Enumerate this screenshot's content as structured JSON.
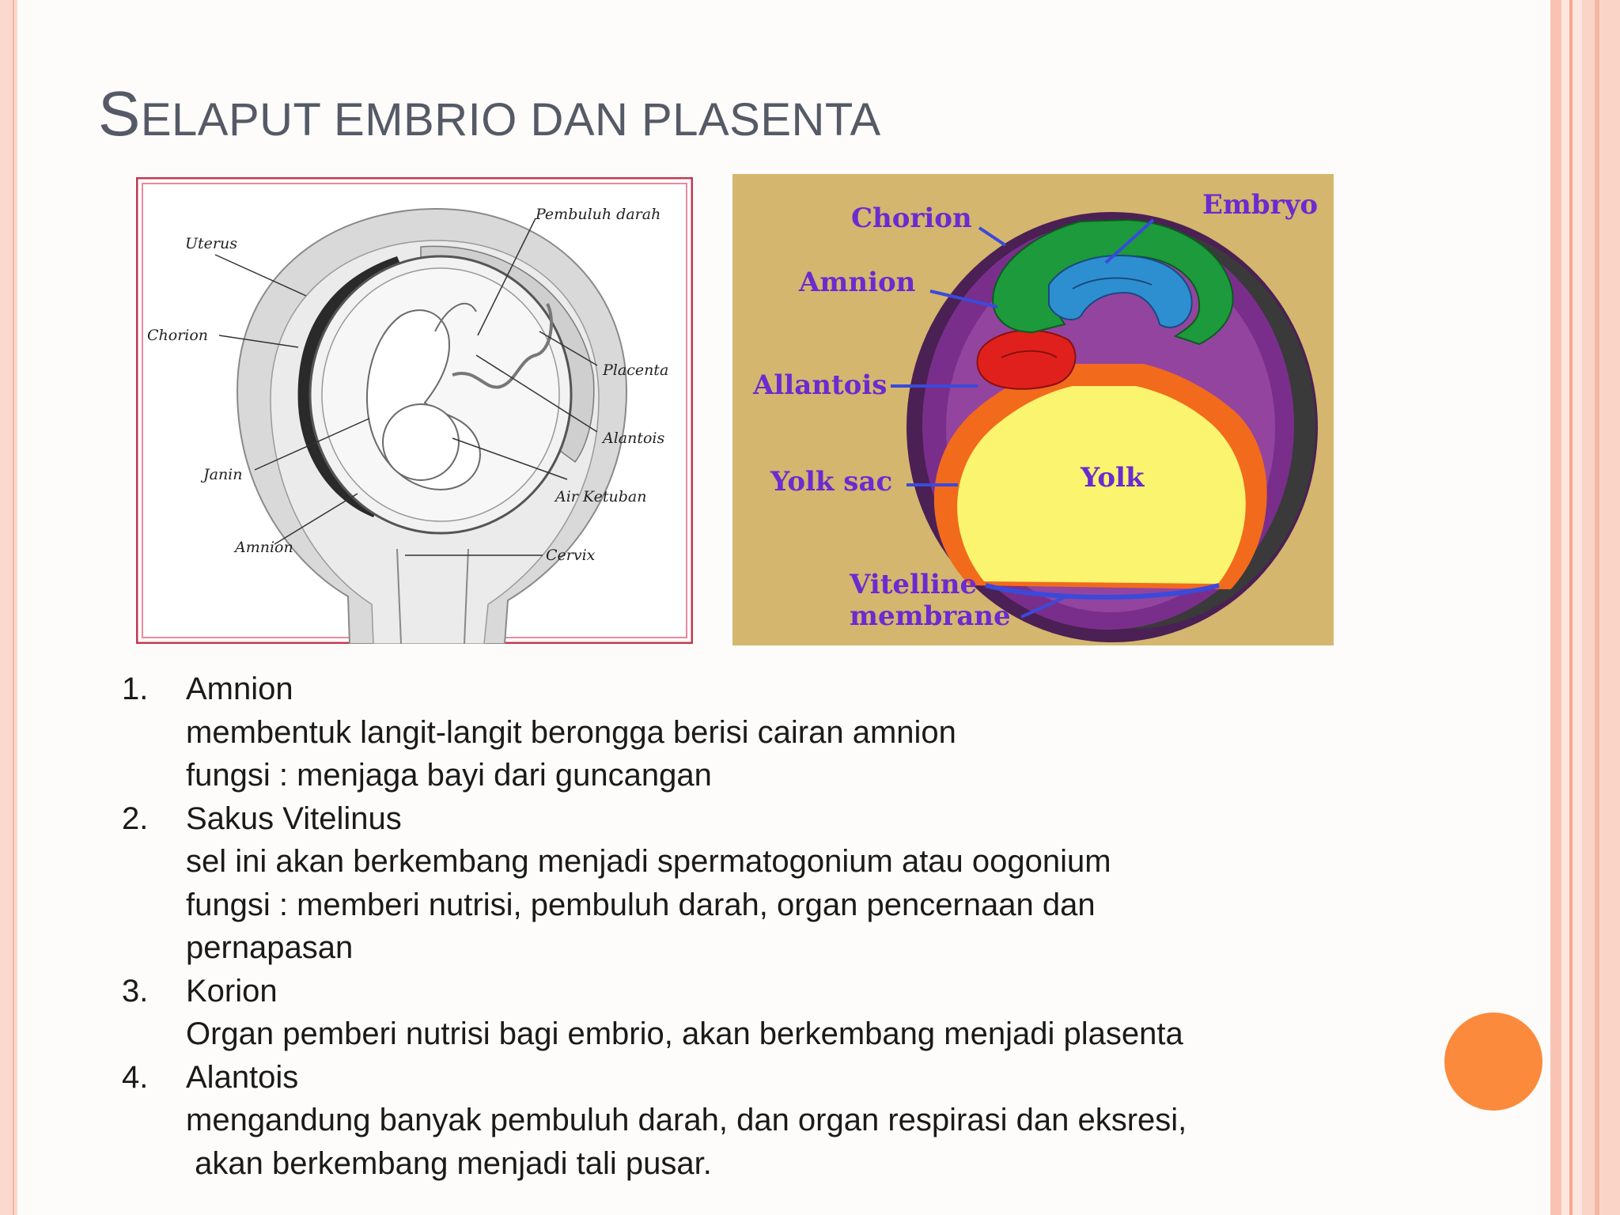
{
  "slide": {
    "title_first": "S",
    "title_rest": "ELAPUT EMBRIO DAN PLASENTA"
  },
  "diagram_left": {
    "labels": {
      "pembuluh": "Pembuluh darah",
      "uterus": "Uterus",
      "chorion": "Chorion",
      "placenta": "Placenta",
      "alantois": "Alantois",
      "janin": "Janin",
      "air_ketuban": "Air Ketuban",
      "amnion": "Amnion",
      "cervix": "Cervix"
    }
  },
  "diagram_right": {
    "labels": {
      "chorion": "Chorion",
      "embryo": "Embryo",
      "amnion": "Amnion",
      "allantois": "Allantois",
      "yolk_sac": "Yolk sac",
      "yolk": "Yolk",
      "vitelline_1": "Vitelline",
      "vitelline_2": "membrane"
    },
    "colors": {
      "background": "#d4b66e",
      "shell": "#5a1e5c",
      "purple": "#7a2e8c",
      "green": "#1c9a3c",
      "blue": "#2e8fd0",
      "red": "#e0201c",
      "orange": "#f26a1c",
      "yolk": "#fbf46e",
      "label": "#6a2bd0"
    }
  },
  "items": [
    {
      "num": "1.",
      "lines": [
        "Amnion",
        "membentuk langit-langit berongga berisi cairan amnion",
        "fungsi : menjaga bayi dari guncangan"
      ]
    },
    {
      "num": "2.",
      "lines": [
        "Sakus Vitelinus",
        "sel ini akan berkembang menjadi spermatogonium atau oogonium",
        "fungsi : memberi nutrisi, pembuluh darah, organ pencernaan dan",
        "pernapasan"
      ]
    },
    {
      "num": "3.",
      "lines": [
        "Korion",
        "Organ pemberi nutrisi bagi embrio, akan berkembang menjadi plasenta"
      ]
    },
    {
      "num": "4.",
      "lines": [
        "Alantois",
        "mengandung banyak pembuluh darah, dan organ respirasi dan eksresi,",
        " akan berkembang menjadi tali pusar."
      ]
    }
  ]
}
